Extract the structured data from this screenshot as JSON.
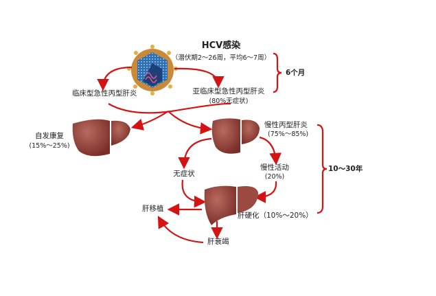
{
  "title": "HCV感染",
  "incubation": "（潜伏期2～26周，平均6～7周）",
  "acute_clinical": "临床型急性丙型肝炎",
  "acute_subclinical": "亚临床型急性丙型肝炎",
  "subclinical_note": "(80%无症状)",
  "phase1_duration": "6个月",
  "recovery": "自发康复",
  "recovery_pct": "(15%～25%)",
  "chronic": "慢性丙型肝炎",
  "chronic_pct": "(75%～85%)",
  "asymptomatic": "无症状",
  "chronic_active": "慢性活动",
  "chronic_active_pct": "(20%)",
  "phase2_duration": "10～30年",
  "cirrhosis": "肝硬化（10%～20%）",
  "transplant": "肝移植",
  "failure": "肝衰竭",
  "colors": {
    "arrow": "#d41414",
    "liver": "#8a3a32",
    "liver_light": "#b86a5e",
    "virus": "#2f6fb0"
  }
}
